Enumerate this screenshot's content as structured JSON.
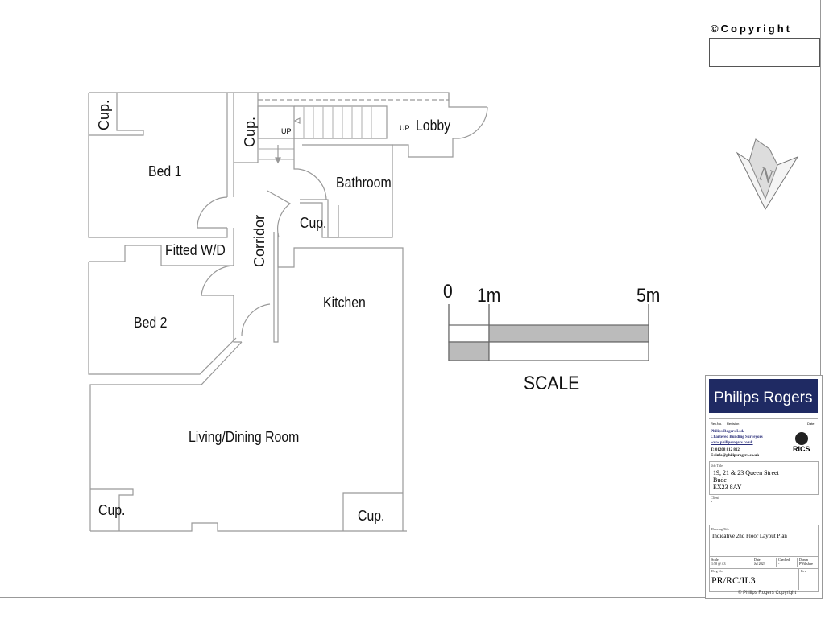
{
  "copyright": {
    "label": "©Copyright"
  },
  "rooms": {
    "cup_top_left": "Cup.",
    "bed1": "Bed 1",
    "cup_stairs": "Cup.",
    "up_left": "UP",
    "up_right": "UP",
    "lobby": "Lobby",
    "bathroom": "Bathroom",
    "cup_corridor": "Cup.",
    "corridor": "Corridor",
    "fitted_wd": "Fitted W/D",
    "kitchen": "Kitchen",
    "bed2": "Bed 2",
    "living": "Living/Dining Room",
    "cup_bottom_left": "Cup.",
    "cup_bottom_right": "Cup."
  },
  "scale_bar": {
    "tick0": "0",
    "tick1": "1m",
    "tick5": "5m",
    "title": "SCALE"
  },
  "north_arrow": {
    "letter": "N"
  },
  "title_block": {
    "brand": "Philips Rogers",
    "rev_no": "Rev.No.",
    "revision": "Revision",
    "date_col": "Date",
    "company": "Philips Rogers Ltd.",
    "subtitle": "Chartered Building Surveyors",
    "web": "www.philipsrogers.co.uk",
    "tel": "T: 01208 812 812",
    "email": "E: info@philipsrogers.co.uk",
    "rics": "RICS",
    "job_title_label": "Job Title",
    "address": [
      "19, 21 & 23 Queen Street",
      "Bude",
      "EX23 8AY"
    ],
    "client_label": "Client",
    "client": "-",
    "drawing_title_label": "Drawing Title",
    "drawing_title": "Indicative 2nd Floor Layout Plan",
    "scale_label": "Scale",
    "scale": "1:50 @ A3",
    "date_label": "Date",
    "date": "Jul 2023",
    "checked_label": "Checked",
    "checked": "-",
    "drawn_label": "Drawn",
    "drawn": "PWiltshire",
    "dwg_no_label": "Dwg No.",
    "dwg_no": "PR/RC/IL3",
    "rev_label": "Rev.",
    "footer": "© Philips Rogers Copyright"
  }
}
